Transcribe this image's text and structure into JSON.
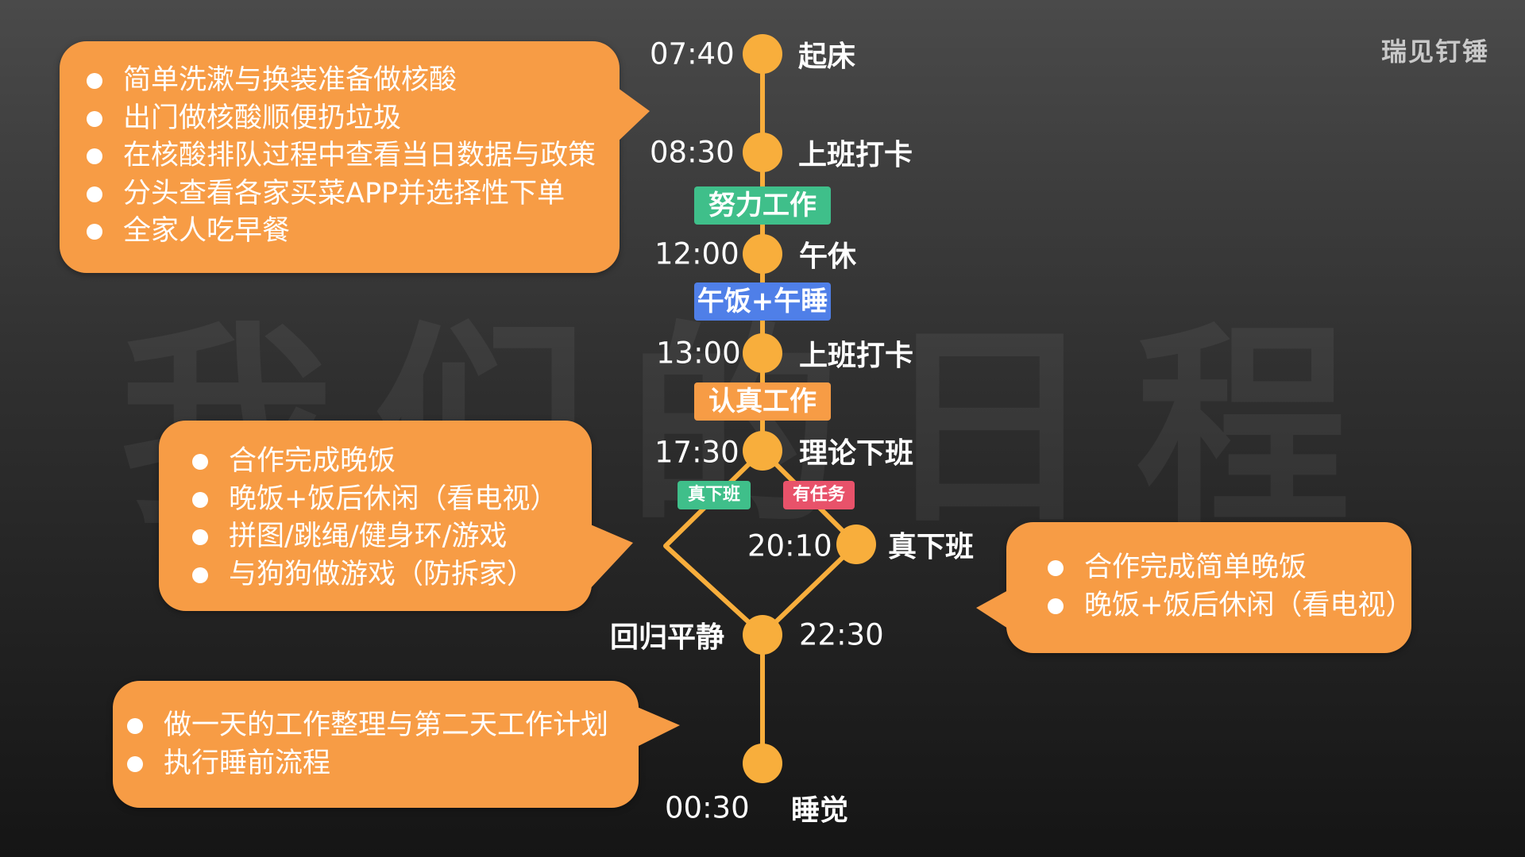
{
  "watermark": "我们的日程",
  "brand": "瑞见钉锤",
  "colors": {
    "line": "#f8ae3c",
    "node": "#f8ae3c",
    "bubble": "#f79c45",
    "tag_green": "#3fbf8a",
    "tag_blue": "#4f7fe8",
    "tag_orange": "#f79c45",
    "tag_pink": "#e8526a"
  },
  "timeline": {
    "wake": {
      "time": "07:40",
      "label": "起床"
    },
    "clock_in_am": {
      "time": "08:30",
      "label": "上班打卡"
    },
    "noon": {
      "time": "12:00",
      "label": "午休"
    },
    "clock_in_pm": {
      "time": "13:00",
      "label": "上班打卡"
    },
    "theory_off": {
      "time": "17:30",
      "label": "理论下班"
    },
    "real_off": {
      "time": "20:10",
      "label": "真下班"
    },
    "calm": {
      "time": "22:30",
      "label": "回归平静"
    },
    "sleep": {
      "time": "00:30",
      "label": "睡觉"
    }
  },
  "tags": {
    "work_hard": "努力工作",
    "lunch_nap": "午饭+午睡",
    "work_serious": "认真工作",
    "truly_off": "真下班",
    "has_task": "有任务"
  },
  "bubbles": {
    "morning": [
      "简单洗漱与换装准备做核酸",
      "出门做核酸顺便扔垃圾",
      "在核酸排队过程中查看当日数据与政策",
      "分头查看各家买菜APP并选择性下单",
      "全家人吃早餐"
    ],
    "evening_free": [
      "合作完成晚饭",
      "晚饭+饭后休闲（看电视）",
      "拼图/跳绳/健身环/游戏",
      "与狗狗做游戏（防拆家）"
    ],
    "evening_task": [
      "合作完成简单晚饭",
      "晚饭+饭后休闲（看电视）"
    ],
    "night": [
      "做一天的工作整理与第二天工作计划",
      "执行睡前流程"
    ]
  }
}
